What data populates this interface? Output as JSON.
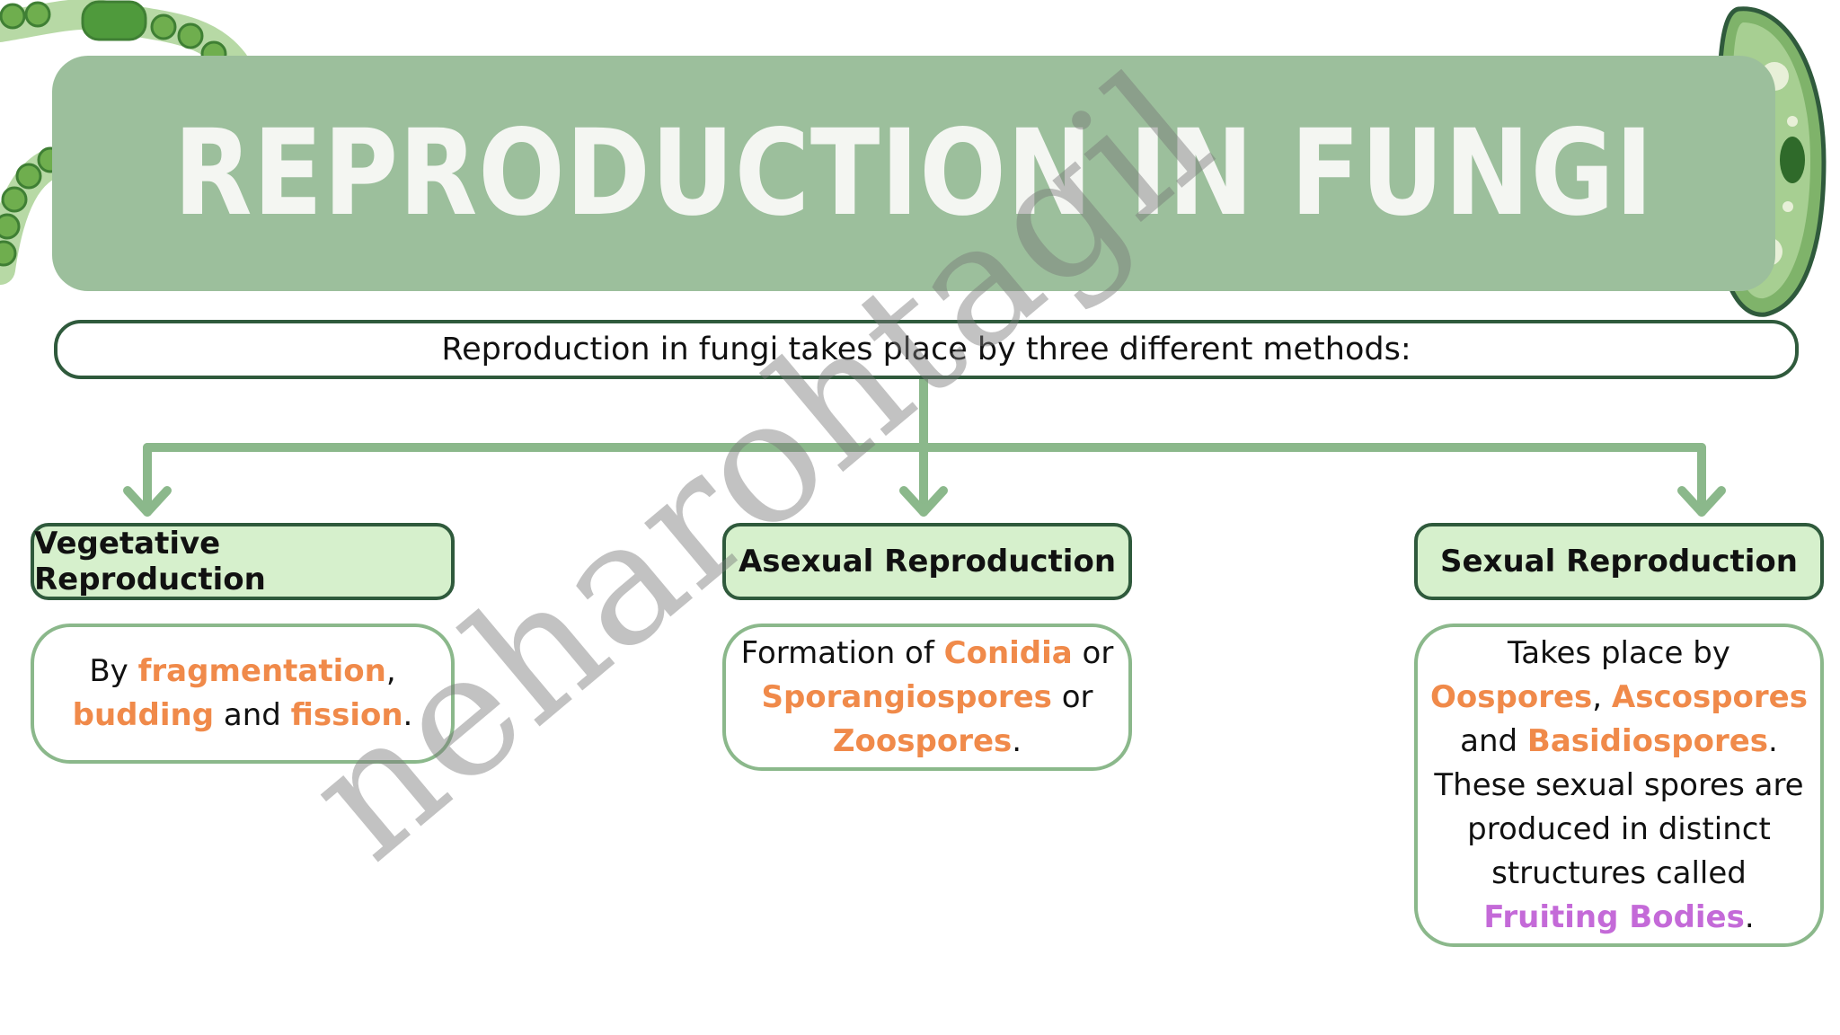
{
  "header": {
    "title": "REPRODUCTION IN FUNGI"
  },
  "intro": "Reproduction in fungi takes place by three different methods:",
  "methods": [
    {
      "title": "Vegetative Reproduction",
      "desc": {
        "p1": "By ",
        "t1": "fragmentation",
        "p2": ", ",
        "t2": "budding",
        "p3": " and ",
        "t3": "fission",
        "p4": "."
      }
    },
    {
      "title": "Asexual Reproduction",
      "desc": {
        "p1": "Formation of ",
        "t1": "Conidia",
        "p2": " or ",
        "t2": "Sporangiospores",
        "p3": " or ",
        "t3": "Zoospores",
        "p4": "."
      }
    },
    {
      "title": "Sexual Reproduction",
      "desc": {
        "p1": "Takes place by ",
        "t1": "Oospores",
        "p2": ", ",
        "t2": "Ascospores",
        "p3": " and ",
        "t3": "Basidiospores",
        "p4": ". These sexual spores are produced in distinct structures called ",
        "t4": "Fruiting Bodies",
        "p5": "."
      }
    }
  ],
  "watermark": "neharohtagil",
  "colors": {
    "banner": "#9cbf9c",
    "method_fill": "#d6f0cc",
    "connector": "#8bb88b",
    "highlight": "#f08a4a",
    "highlight_special": "#c46ad8"
  },
  "decorations": [
    "algae-chain-illustration",
    "paramecium-illustration"
  ]
}
